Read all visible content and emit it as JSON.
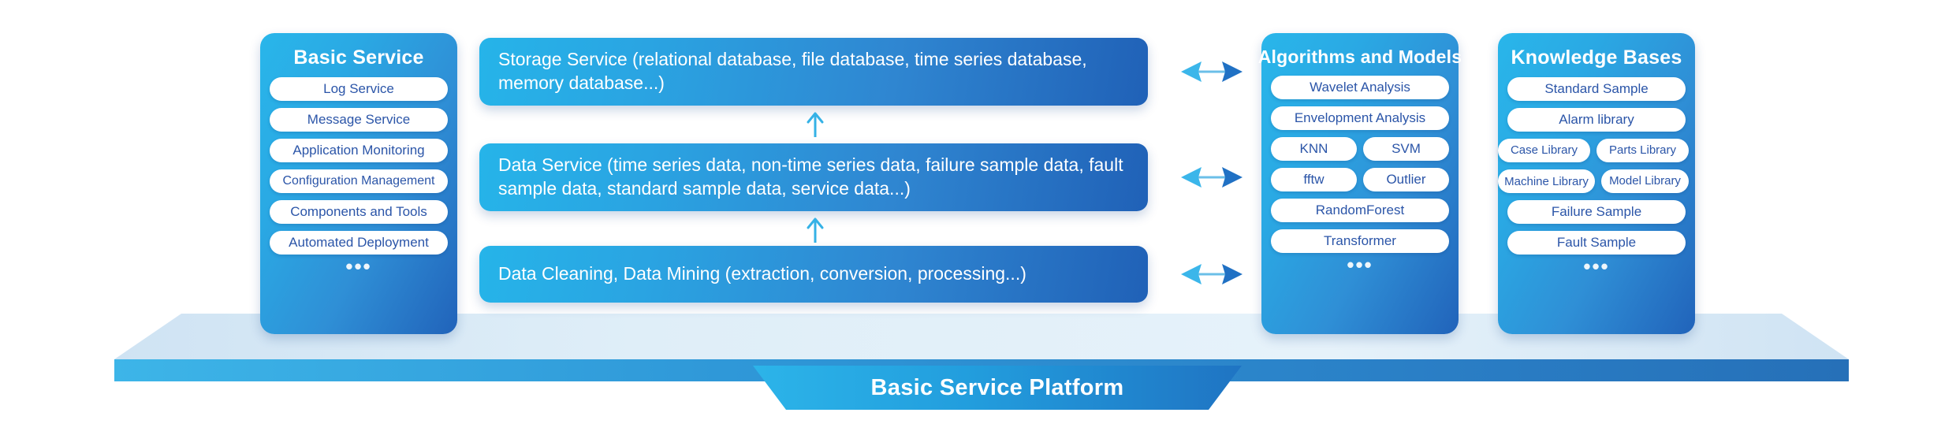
{
  "diagram": {
    "title": "Basic Service Platform",
    "colors": {
      "card_gradient_start": "#29b6ea",
      "card_gradient_end": "#2163ba",
      "pill_background": "#ffffff",
      "pill_text": "#2b55a8",
      "arrow_left": "#3bb6ea",
      "arrow_right": "#2071c4",
      "plinth_top": "#dceaf6",
      "plinth_edge": "#2d84c8",
      "banner_start": "#2bb2e8",
      "banner_end": "#2074c4"
    },
    "ellipsis_glyph": "•••"
  },
  "columns": {
    "basic_service": {
      "title": "Basic Service",
      "items": [
        {
          "label": "Log Service"
        },
        {
          "label": "Message Service"
        },
        {
          "label": "Application Monitoring"
        },
        {
          "label": "Configuration Management"
        },
        {
          "label": "Components and Tools"
        },
        {
          "label": "Automated Deployment"
        }
      ],
      "more": "•••"
    },
    "algorithms_and_models": {
      "title": "Algorithms and Models",
      "rows": [
        {
          "type": "single",
          "items": [
            "Wavelet Analysis"
          ]
        },
        {
          "type": "single",
          "items": [
            "Envelopment Analysis"
          ]
        },
        {
          "type": "pair",
          "items": [
            "KNN",
            "SVM"
          ]
        },
        {
          "type": "pair",
          "items": [
            "fftw",
            "Outlier"
          ]
        },
        {
          "type": "single",
          "items": [
            "RandomForest"
          ]
        },
        {
          "type": "single",
          "items": [
            "Transformer"
          ]
        }
      ],
      "more": "•••"
    },
    "knowledge_bases": {
      "title": "Knowledge Bases",
      "rows": [
        {
          "type": "single",
          "items": [
            "Standard Sample"
          ]
        },
        {
          "type": "single",
          "items": [
            "Alarm library"
          ]
        },
        {
          "type": "pair",
          "items": [
            "Case Library",
            "Parts Library"
          ]
        },
        {
          "type": "pair",
          "items": [
            "Machine Library",
            "Model Library"
          ]
        },
        {
          "type": "single",
          "items": [
            "Failure Sample"
          ]
        },
        {
          "type": "single",
          "items": [
            "Fault Sample"
          ]
        }
      ],
      "more": "•••"
    }
  },
  "bars": {
    "storage": "Storage Service (relational database, file database, time series database, memory database...)",
    "data": "Data Service (time series data, non-time series data, failure sample data, fault sample data, standard sample data, service data...)",
    "cleaning": "Data Cleaning, Data Mining (extraction, conversion, processing...)"
  },
  "connectors": {
    "up_arrows": 2,
    "lr_arrows": 3
  },
  "platform": {
    "label": "Basic Service Platform"
  }
}
